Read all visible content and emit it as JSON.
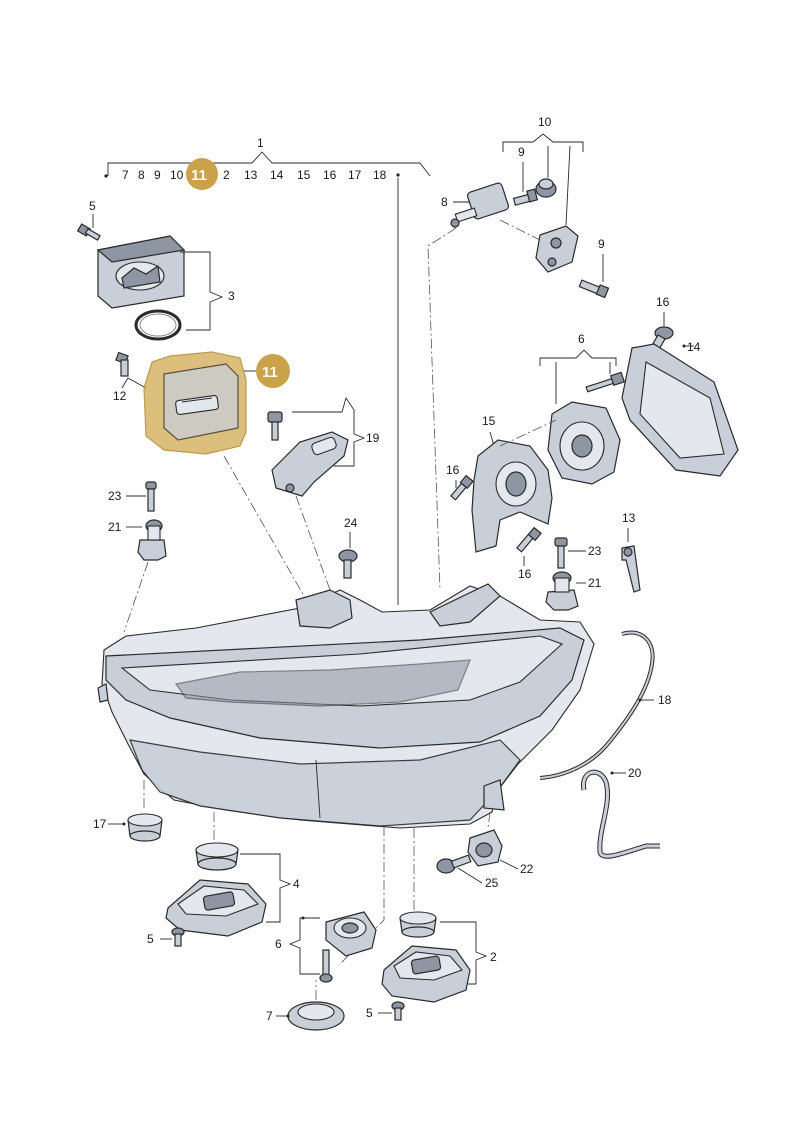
{
  "diagram": {
    "header_label": "1",
    "header_items": [
      "7",
      "8",
      "9",
      "10",
      "2",
      "13",
      "14",
      "15",
      "16",
      "17",
      "18"
    ],
    "highlight_badge": "11",
    "labels": {
      "l10": "10",
      "l9a": "9",
      "l8": "8",
      "l9b": "9",
      "l5a": "5",
      "l3": "3",
      "l12": "12",
      "l19": "19",
      "l16a": "16",
      "l14": "14",
      "l6a": "6",
      "l15": "15",
      "l16b": "16",
      "l23a": "23",
      "l21a": "21",
      "l24": "24",
      "l13": "13",
      "l23b": "23",
      "l16c": "16",
      "l21b": "21",
      "l18": "18",
      "l20": "20",
      "l17": "17",
      "l22": "22",
      "l25": "25",
      "l4": "4",
      "l5b": "5",
      "l6b": "6",
      "l2": "2",
      "l7": "7",
      "l5c": "5"
    },
    "colors": {
      "highlight": "#d6b466",
      "badge": "#c9a24a",
      "part": "#c9cfd8"
    }
  }
}
